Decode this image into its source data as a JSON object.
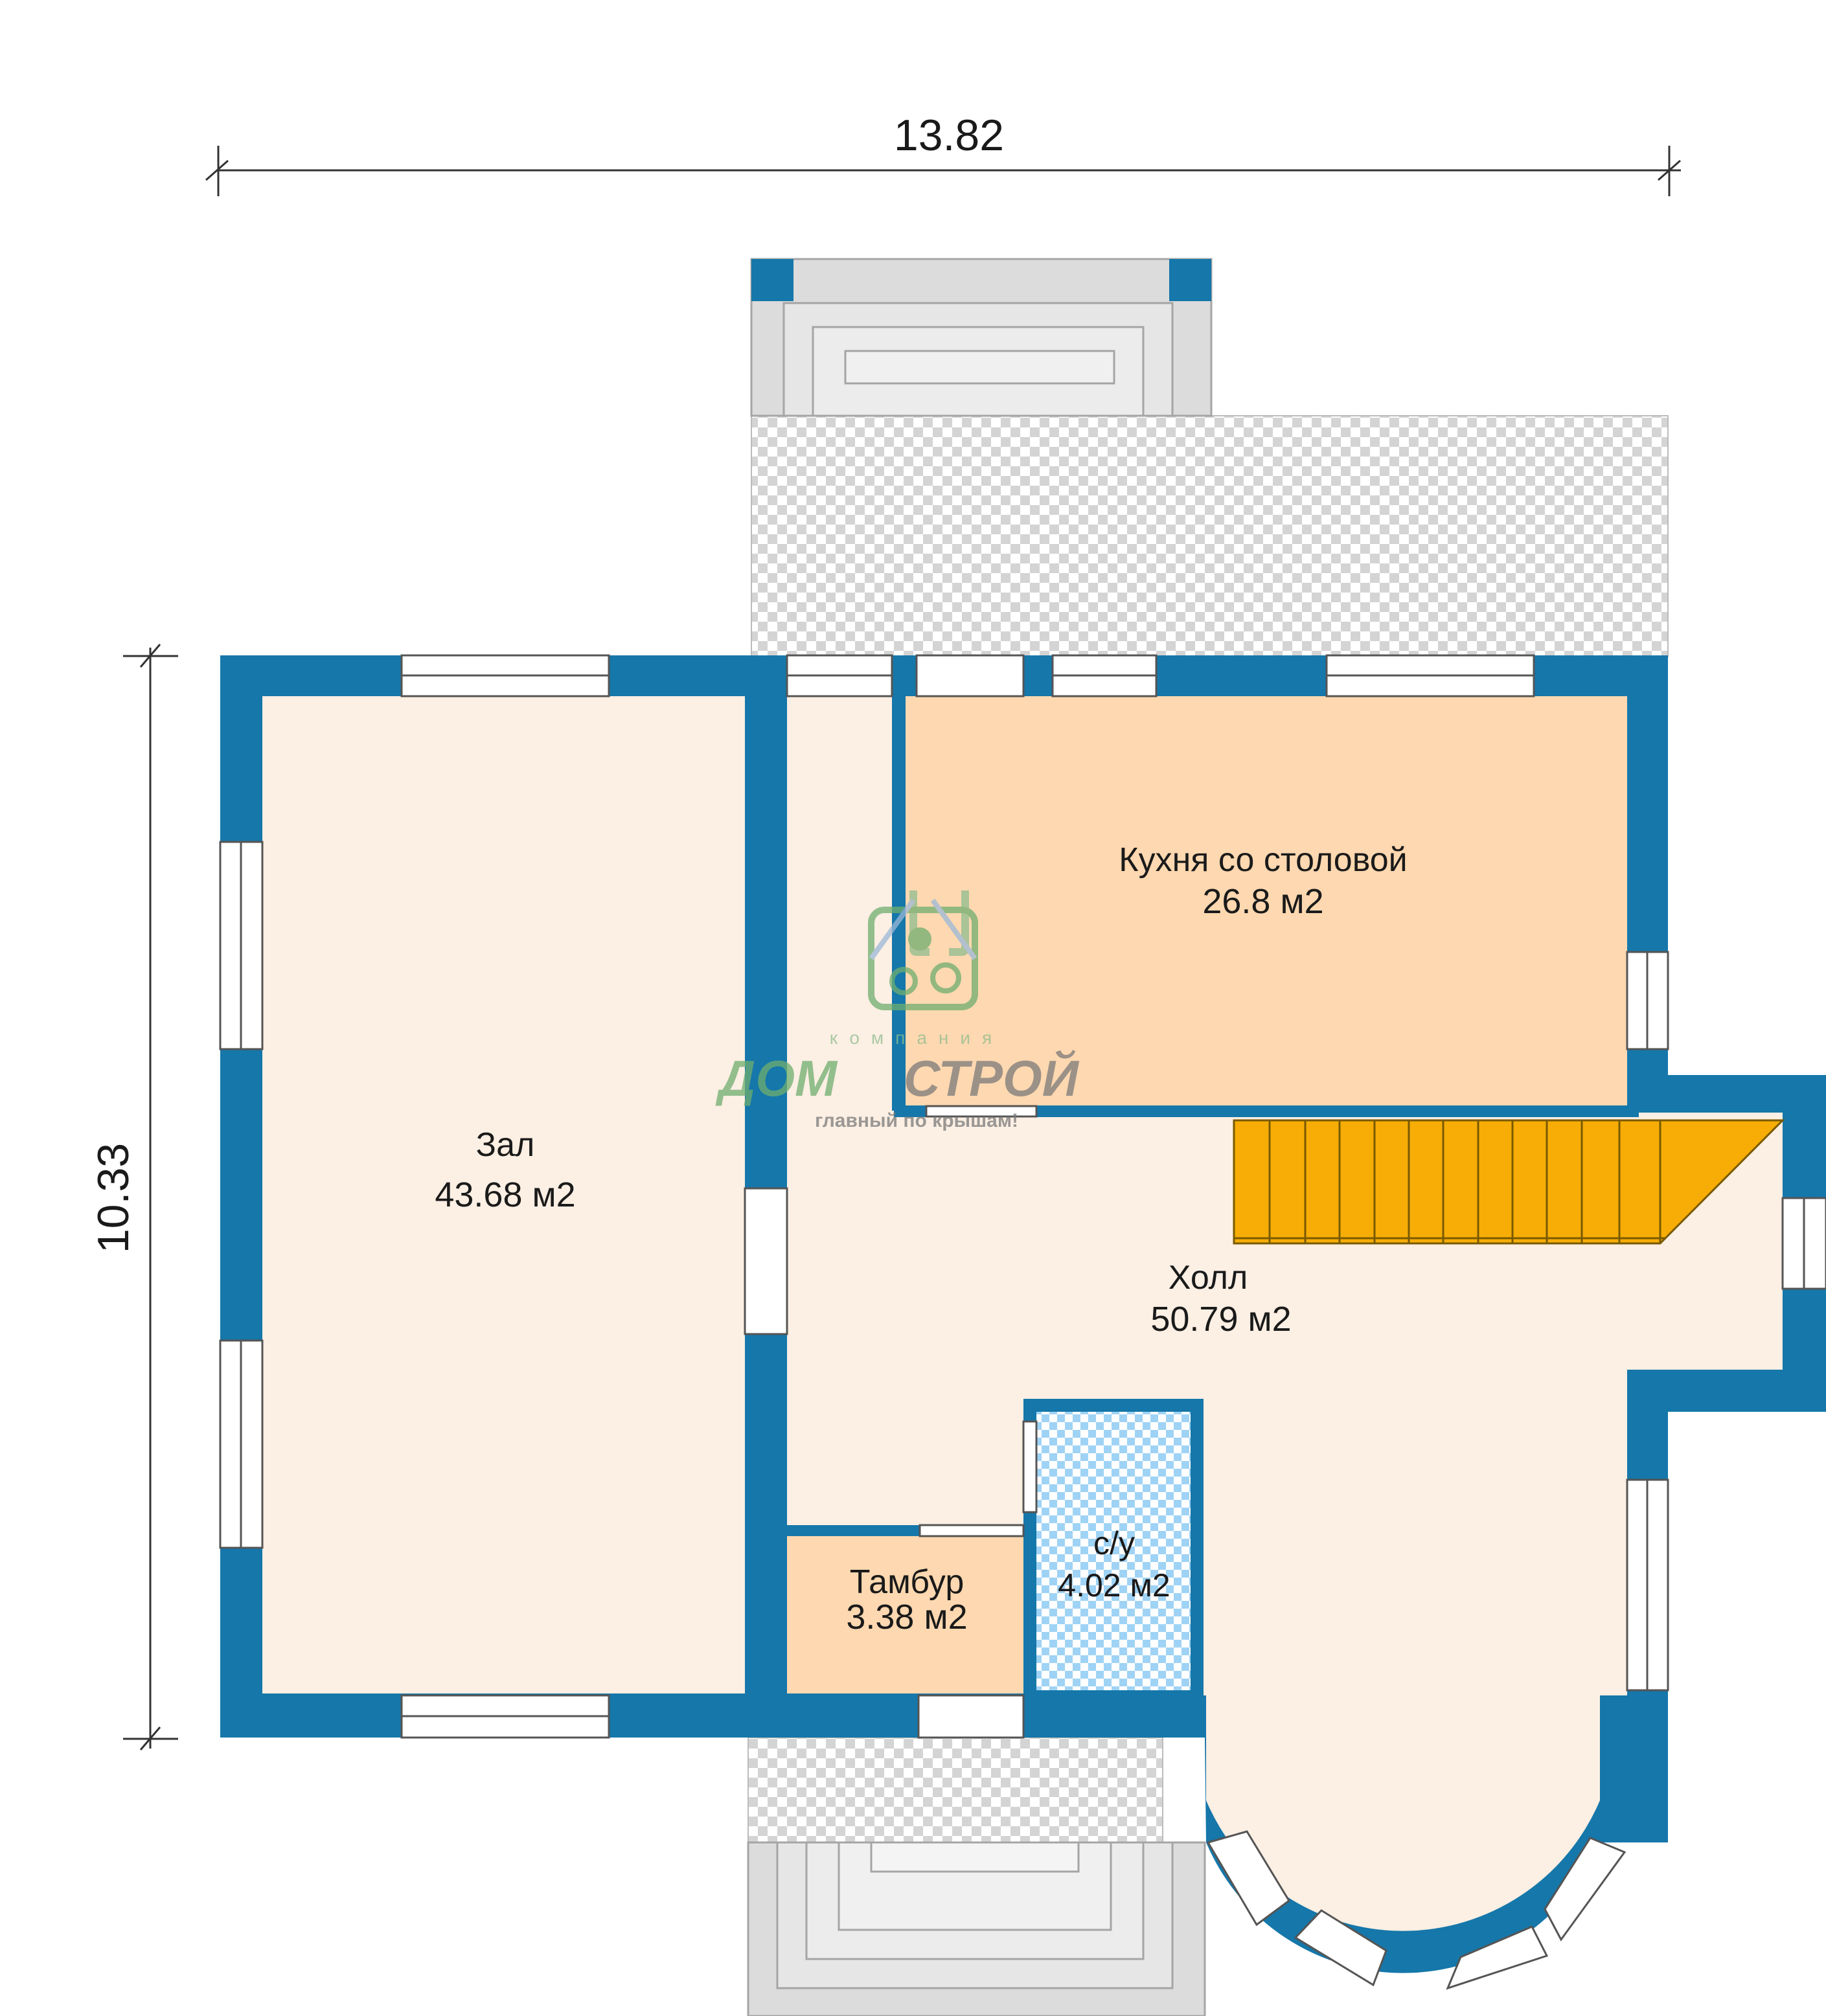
{
  "dimensions": {
    "width_label": "13.82",
    "height_label": "10.33"
  },
  "rooms": {
    "zal": {
      "name": "Зал",
      "area": "43.68 м2"
    },
    "kitchen": {
      "name": "Кухня со столовой",
      "area": "26.8 м2"
    },
    "hall": {
      "name": "Холл",
      "area": "50.79 м2"
    },
    "tambur": {
      "name": "Тамбур",
      "area": "3.38 м2"
    },
    "wc": {
      "name": "с/у",
      "area": "4.02 м2"
    }
  },
  "logo": {
    "kicker": "компания",
    "brand_left": "ДОМ",
    "brand_right": "СТРОЙ",
    "tagline": "главный по крышам!"
  },
  "colors": {
    "wall": "#1577aa",
    "room_light": "#fcefe3",
    "room_peach": "#fed8b0",
    "stairs": "#f7ad06",
    "wc_tile": "#a9d9f7",
    "porch": "#dcdcdc"
  }
}
